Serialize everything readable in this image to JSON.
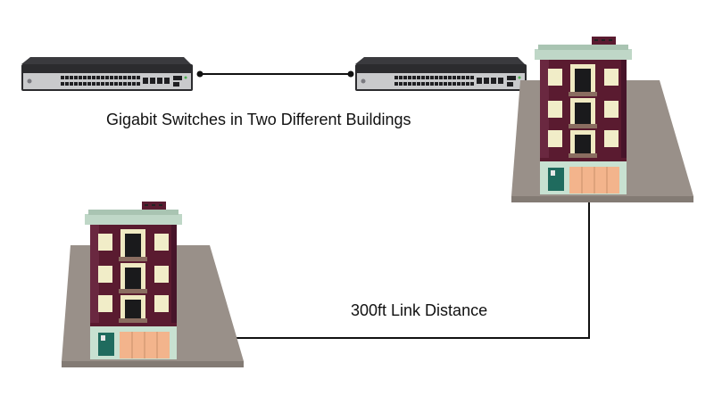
{
  "labels": {
    "switches_caption": "Gigabit Switches in Two Different Buildings",
    "distance_caption": "300ft Link Distance"
  },
  "devices": [
    {
      "name": "gigabit-switch-left"
    },
    {
      "name": "gigabit-switch-right"
    }
  ],
  "buildings": [
    {
      "name": "building-left"
    },
    {
      "name": "building-right"
    }
  ],
  "colors": {
    "switch_body": "#2b2b2e",
    "switch_face": "#c9cacc",
    "port": "#1f1f22",
    "ground": "#999089",
    "building_wall": "#5a1b30",
    "roof": "#bfd7c7",
    "window": "#f1edc8",
    "door": "#1f6b5e",
    "storefront": "#f3b48c",
    "cable": "#111111"
  }
}
